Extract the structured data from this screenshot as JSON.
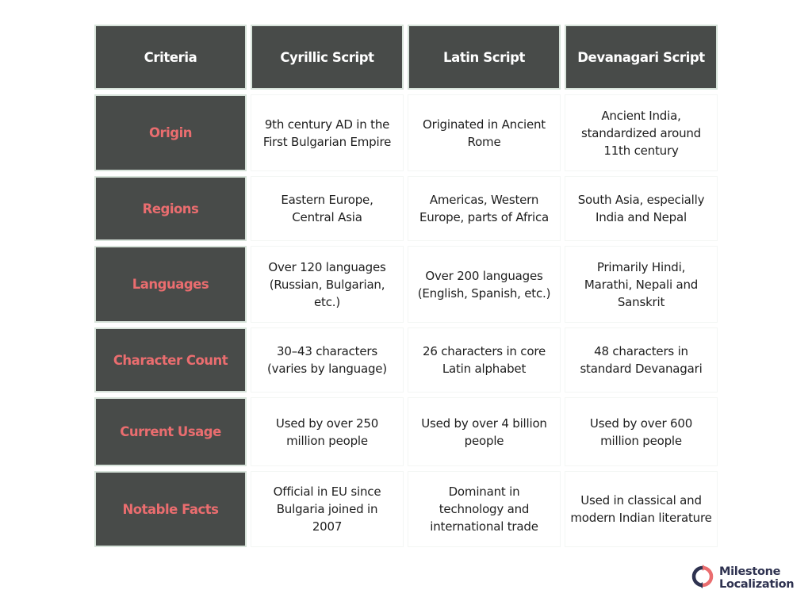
{
  "table": {
    "headers": [
      "Criteria",
      "Cyrillic Script",
      "Latin Script",
      "Devanagari Script"
    ],
    "rows": [
      {
        "criterion": "Origin",
        "cyrillic": "9th century AD in the First Bulgarian Empire",
        "latin": "Originated in Ancient Rome",
        "devanagari": "Ancient India, standardized around 11th century"
      },
      {
        "criterion": "Regions",
        "cyrillic": "Eastern Europe, Central Asia",
        "latin": "Americas, Western Europe, parts of Africa",
        "devanagari": "South Asia, especially India and Nepal"
      },
      {
        "criterion": "Languages",
        "cyrillic": "Over 120 languages (Russian, Bulgarian, etc.)",
        "latin": "Over 200 languages (English, Spanish, etc.)",
        "devanagari": "Primarily Hindi, Marathi, Nepali and Sanskrit"
      },
      {
        "criterion": "Character Count",
        "cyrillic": "30–43 characters (varies by language)",
        "latin": "26 characters in core Latin alphabet",
        "devanagari": "48 characters in standard Devanagari"
      },
      {
        "criterion": "Current Usage",
        "cyrillic": "Used by over 250 million people",
        "latin": "Used by over 4 billion people",
        "devanagari": "Used by over 600 million people"
      },
      {
        "criterion": "Notable Facts",
        "cyrillic": "Official in EU since Bulgaria joined in 2007",
        "latin": "Dominant in technology and international trade",
        "devanagari": "Used in classical and modern Indian literature"
      }
    ]
  },
  "colors": {
    "header_bg": "#484b49",
    "criterion_text": "#ea6d6f",
    "header_text": "#ffffff",
    "brand_navy": "#2e3250",
    "brand_coral": "#ea6d6f"
  },
  "logo": {
    "line1": "Milestone",
    "line2": "Localization",
    "icon": "milestone-ring-icon"
  }
}
